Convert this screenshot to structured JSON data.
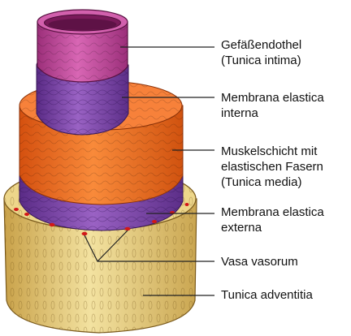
{
  "labels": {
    "endothel": {
      "line1": "Gefäßendothel",
      "line2": "(Tunica intima)"
    },
    "elastica_interna": {
      "line1": "Membrana elastica",
      "line2": "interna"
    },
    "muskel": {
      "line1": "Muskelschicht mit",
      "line2": "elastischen Fasern",
      "line3": "(Tunica media)"
    },
    "elastica_externa": {
      "line1": "Membrana elastica",
      "line2": "externa"
    },
    "vasa": {
      "line1": "Vasa vasorum"
    },
    "adventitia": {
      "line1": "Tunica adventitia"
    }
  },
  "colors": {
    "intima": "#c0479a",
    "elastic": "#7b45a8",
    "media": "#f06a1c",
    "adventitia": "#e8cf7a",
    "vasa": "#d21818",
    "leader": "#222222"
  }
}
